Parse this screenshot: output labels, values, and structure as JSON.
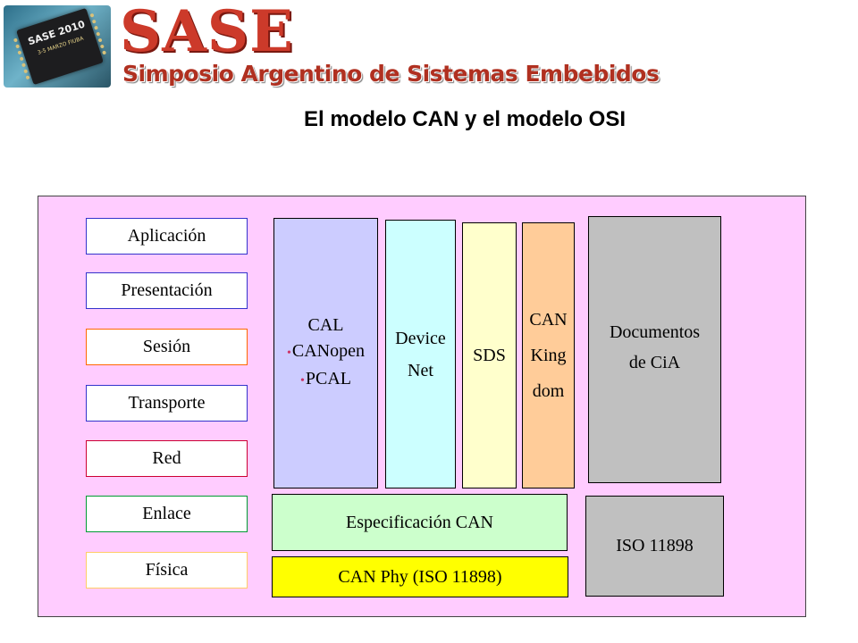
{
  "header": {
    "chip_line1": "SASE 2010",
    "chip_line2": "3-5 MARZO FIUBA",
    "brand": "SASE",
    "subtitle": "Simposio Argentino de Sistemas Embebidos"
  },
  "title": "El modelo CAN y el modelo OSI",
  "osi_layers": [
    {
      "label": "Aplicación",
      "border": "#3333cc"
    },
    {
      "label": "Presentación",
      "border": "#3333cc"
    },
    {
      "label": "Sesión",
      "border": "#ff6600"
    },
    {
      "label": "Transporte",
      "border": "#3333cc"
    },
    {
      "label": "Red",
      "border": "#cc0033"
    },
    {
      "label": "Enlace",
      "border": "#009933"
    },
    {
      "label": "Física",
      "border": "#ffcc66"
    }
  ],
  "blocks": {
    "cal": {
      "line1": "CAL",
      "line2": "CANopen",
      "line3": "PCAL",
      "color": "#ccccff"
    },
    "devicenet": {
      "line1": "Device",
      "line2": "Net",
      "color": "#ccffff"
    },
    "sds": {
      "label": "SDS",
      "color": "#ffffcc"
    },
    "cankingdom": {
      "line1": "CAN",
      "line2": "King",
      "line3": "dom",
      "color": "#ffcc99"
    },
    "cia": {
      "line1": "Documentos",
      "line2": "de CiA",
      "color": "#c0c0c0"
    },
    "spec": {
      "label": "Especificación CAN",
      "color": "#ccffcc"
    },
    "iso": {
      "label": "ISO 11898",
      "color": "#c0c0c0"
    },
    "phy": {
      "label": "CAN Phy (ISO 11898)",
      "color": "#ffff00"
    }
  }
}
